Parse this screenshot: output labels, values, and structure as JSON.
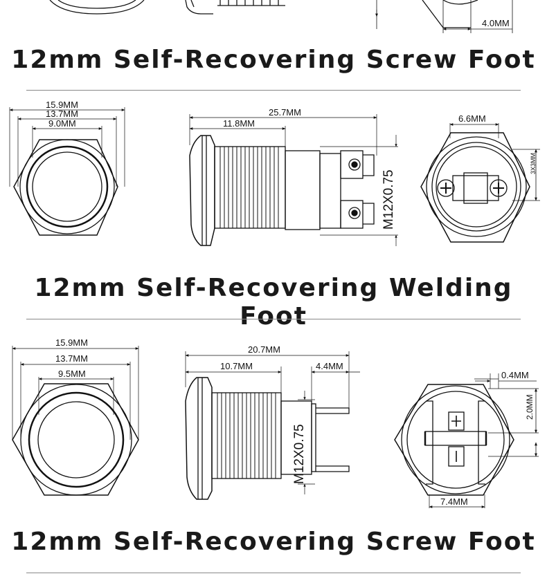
{
  "titles": {
    "screw_foot_top": "12mm Self-Recovering Screw Foot",
    "welding_foot": "12mm Self-Recovering Welding Foot",
    "screw_foot_bottom": "12mm Self-Recovering Screw Foot"
  },
  "top_partial": {
    "dim_right": "4.0MM"
  },
  "welding_section": {
    "front": {
      "d1": "15.9MM",
      "d2": "13.7MM",
      "d3": "9.0MM"
    },
    "side": {
      "length": "25.7MM",
      "thread_length": "11.8MM",
      "thread": "M12X0.75"
    },
    "back": {
      "width": "6.6MM",
      "terminal": "3X3MM"
    }
  },
  "screw_section": {
    "front": {
      "d1": "15.9MM",
      "d2": "13.7MM",
      "d3": "9.5MM"
    },
    "side": {
      "length": "20.7MM",
      "thread_length": "10.7MM",
      "pin_length": "4.4MM",
      "thread": "M12X0.75"
    },
    "back": {
      "thickness": "0.4MM",
      "height": "2.0MM",
      "width": "7.4MM"
    }
  }
}
